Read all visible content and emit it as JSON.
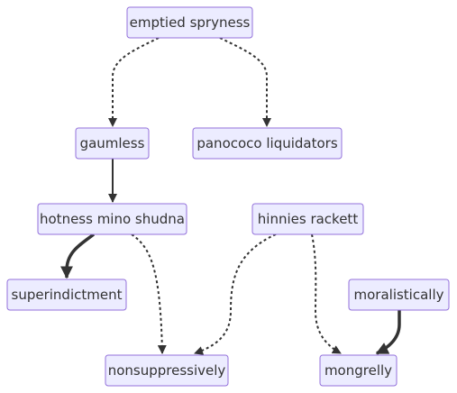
{
  "nodes": [
    {
      "id": "emptied_spryness",
      "label": "emptied spryness"
    },
    {
      "id": "gaumless",
      "label": "gaumless"
    },
    {
      "id": "panococo_liquidators",
      "label": "panococo liquidators"
    },
    {
      "id": "hotness_mino_shudna",
      "label": "hotness mino shudna"
    },
    {
      "id": "hinnies_rackett",
      "label": "hinnies rackett"
    },
    {
      "id": "superindictment",
      "label": "superindictment"
    },
    {
      "id": "moralistically",
      "label": "moralistically"
    },
    {
      "id": "nonsuppressively",
      "label": "nonsuppressively"
    },
    {
      "id": "mongrelly",
      "label": "mongrelly"
    }
  ],
  "edges": [
    {
      "from": "emptied_spryness",
      "to": "gaumless",
      "style": "dotted"
    },
    {
      "from": "emptied_spryness",
      "to": "panococo_liquidators",
      "style": "dotted"
    },
    {
      "from": "gaumless",
      "to": "hotness_mino_shudna",
      "style": "solid"
    },
    {
      "from": "hotness_mino_shudna",
      "to": "superindictment",
      "style": "thick"
    },
    {
      "from": "hotness_mino_shudna",
      "to": "nonsuppressively",
      "style": "dotted"
    },
    {
      "from": "hinnies_rackett",
      "to": "nonsuppressively",
      "style": "dotted"
    },
    {
      "from": "hinnies_rackett",
      "to": "mongrelly",
      "style": "dotted"
    },
    {
      "from": "moralistically",
      "to": "mongrelly",
      "style": "thick"
    }
  ]
}
